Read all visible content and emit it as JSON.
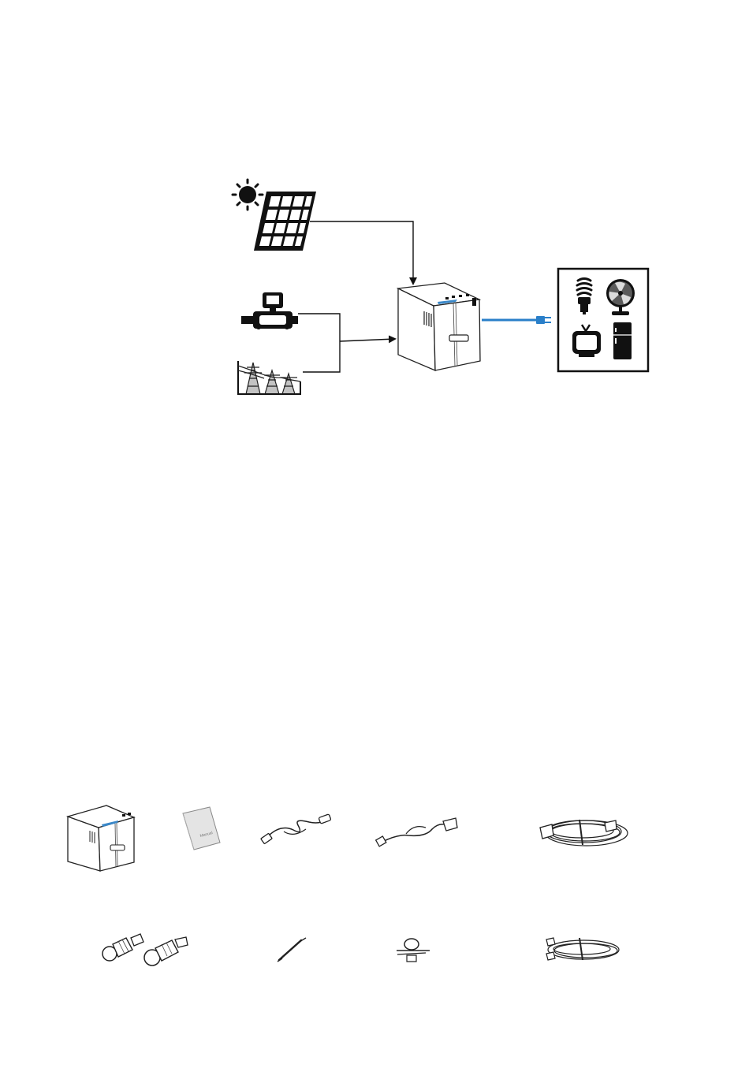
{
  "page": {
    "background": "#ffffff"
  },
  "diagram": {
    "sources": [
      {
        "name": "solar-panel",
        "icons": [
          "sun-icon",
          "solar-panel-icon"
        ]
      },
      {
        "name": "generator",
        "icons": [
          "generator-icon"
        ]
      },
      {
        "name": "utility-grid",
        "icons": [
          "power-tower-icon"
        ]
      }
    ],
    "hub": {
      "name": "inverter",
      "icon": "inverter-icon"
    },
    "loads": {
      "name": "home-appliances",
      "icons": [
        "cfl-bulb-icon",
        "desk-fan-icon",
        "television-icon",
        "refrigerator-icon"
      ]
    },
    "colors": {
      "line": "#111111",
      "ac_output": "#2a7fc9"
    }
  },
  "package_contents": {
    "row1": [
      "inverter-unit-icon",
      "user-manual-icon",
      "usb-cable-icon",
      "rs232-cable-icon",
      "ac-power-cord-icon"
    ],
    "row2": [
      "pv-connector-pair-icon",
      "cable-tie-icon",
      "ring-terminal-icon",
      "network-cable-icon"
    ]
  },
  "manual_cover_text": "Manual"
}
